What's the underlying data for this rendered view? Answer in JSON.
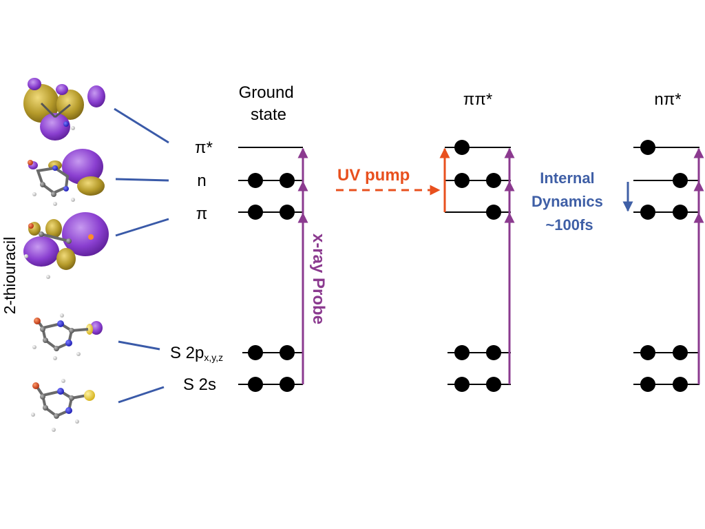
{
  "molecule_label": "2-thiouracil",
  "columns": {
    "ground": {
      "title_line1": "Ground",
      "title_line2": "state"
    },
    "pipi": {
      "title": "ππ*"
    },
    "npi": {
      "title": "nπ*"
    }
  },
  "orbitals": {
    "pi_star": "π*",
    "n": "n",
    "pi": "π",
    "s2p_main": "S 2p",
    "s2p_sub": "x,y,z",
    "s2s": "S 2s"
  },
  "annotations": {
    "uv_pump": "UV pump",
    "xray_probe": "x-ray Probe",
    "internal_line1": "Internal",
    "internal_line2": "Dynamics",
    "internal_line3": "~100fs"
  },
  "colors": {
    "level": "#000000",
    "electron": "#000000",
    "connector": "#3a5aa8",
    "probe": "#8b3a8f",
    "pump": "#e8501e",
    "internal": "#3f5fa6",
    "sulfur": "#e0c23a",
    "orbital_purple": "#8a3fd0",
    "orbital_gold": "#b59a2a",
    "carbon": "#7a7a7a",
    "nitrogen": "#2a2ad8",
    "oxygen": "#d0401e",
    "hydrogen": "#e6e6e6"
  },
  "icons": {
    "molecule": "2-thiouracil-ball-and-stick",
    "orbital": "orbital-isosurface",
    "electron": "filled-circle"
  }
}
